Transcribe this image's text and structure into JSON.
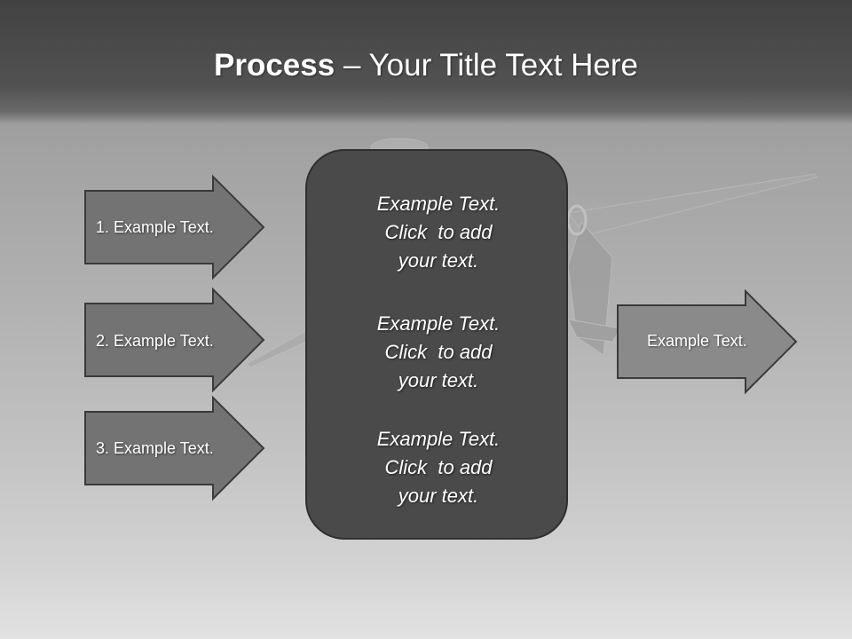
{
  "title": {
    "bold": "Process",
    "rest": " – Your Title Text Here"
  },
  "inputs": [
    {
      "label": "1. Example Text."
    },
    {
      "label": "2. Example Text."
    },
    {
      "label": "3. Example Text."
    }
  ],
  "center_box": {
    "blocks": [
      {
        "lines": [
          "Example Text.",
          "Click  to add",
          "your text."
        ]
      },
      {
        "lines": [
          "Example Text.",
          "Click  to add",
          "your text."
        ]
      },
      {
        "lines": [
          "Example Text.",
          "Click  to add",
          "your text."
        ]
      }
    ]
  },
  "output": {
    "label": "Example Text."
  },
  "colors": {
    "arrow_fill": "#737373",
    "arrow_stroke": "#3a3a3a",
    "center_fill": "#4a4a4a"
  }
}
